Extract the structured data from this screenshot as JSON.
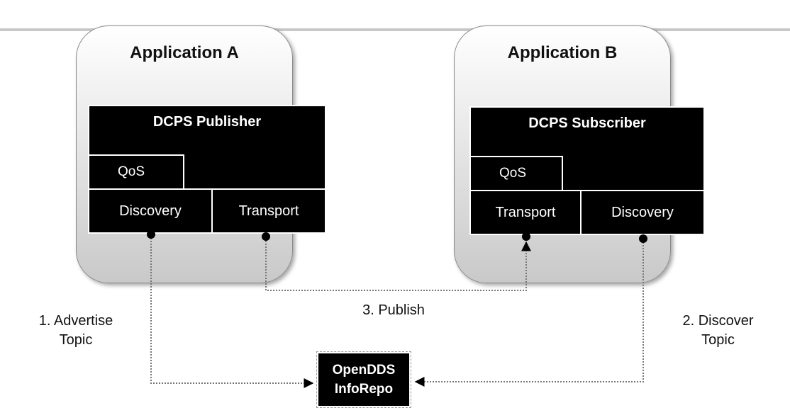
{
  "application_a": {
    "title": "Application A",
    "publisher": "DCPS Publisher",
    "qos": "QoS",
    "discovery": "Discovery",
    "transport": "Transport"
  },
  "application_b": {
    "title": "Application B",
    "subscriber": "DCPS Subscriber",
    "qos": "QoS",
    "transport": "Transport",
    "discovery": "Discovery"
  },
  "repo": {
    "line1": "OpenDDS",
    "line2": "InfoRepo"
  },
  "flows": {
    "advertise_line1": "1. Advertise",
    "advertise_line2": "Topic",
    "discover_line1": "2. Discover",
    "discover_line2": "Topic",
    "publish": "3. Publish"
  }
}
